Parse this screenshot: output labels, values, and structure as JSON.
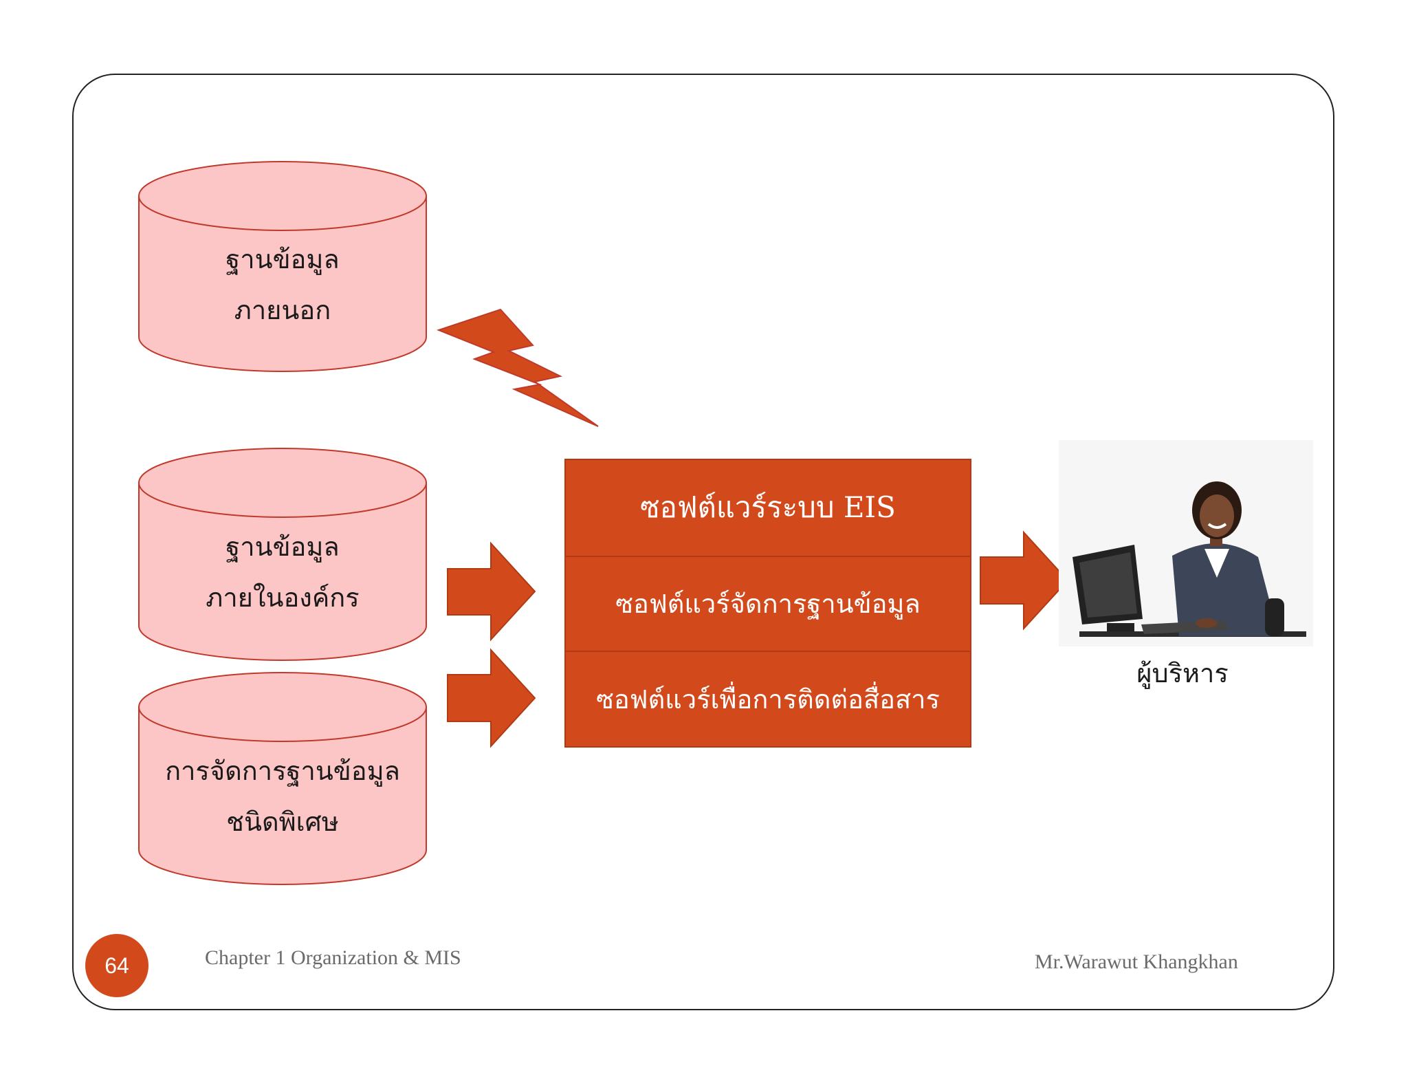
{
  "databases": [
    {
      "line1": "ฐานข้อมูล",
      "line2": "ภายนอก"
    },
    {
      "line1": "ฐานข้อมูล",
      "line2": "ภายในองค์กร"
    },
    {
      "line1": "การจัดการฐานข้อมูล",
      "line2": "ชนิดพิเศษ"
    }
  ],
  "eis_panel": {
    "rows": [
      "ซอฟต์แวร์ระบบ EIS",
      "ซอฟต์แวร์จัดการฐานข้อมูล",
      "ซอฟต์แวร์เพื่อการติดต่อสื่อสาร"
    ]
  },
  "executive": {
    "label": "ผู้บริหาร",
    "icon": "executive-at-computer-photo"
  },
  "footer": {
    "page_number": "64",
    "chapter": "Chapter 1 Organization & MIS",
    "author": "Mr.Warawut  Khangkhan"
  },
  "colors": {
    "accent": "#d24a1c",
    "cylinder_fill": "#fdc6c6",
    "cylinder_stroke": "#c0392b"
  }
}
